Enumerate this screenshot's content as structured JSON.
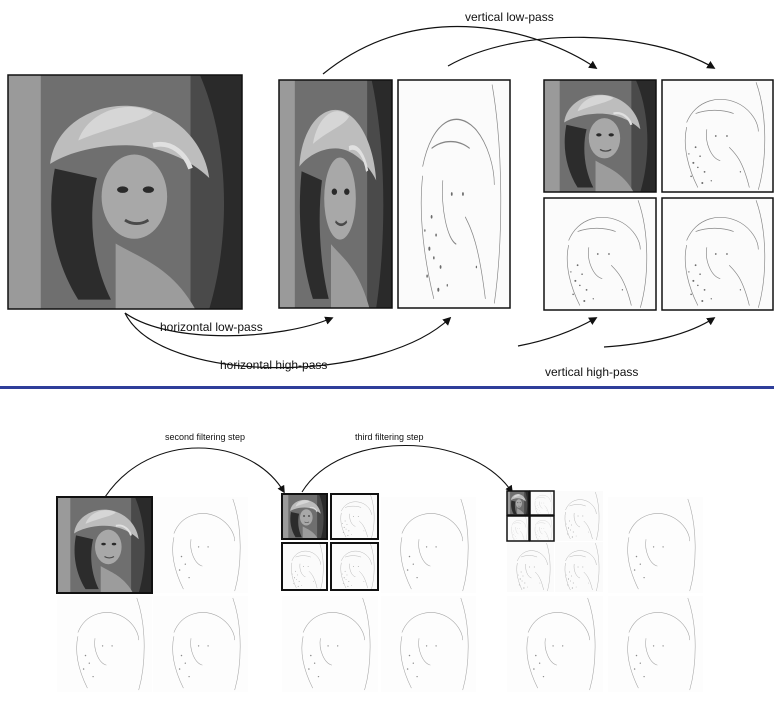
{
  "top_panel": {
    "labels": {
      "vertical_low_pass": "vertical low-pass",
      "horizontal_low_pass": "horizontal low-pass",
      "horizontal_high_pass": "horizontal high-pass",
      "vertical_high_pass": "vertical high-pass"
    }
  },
  "bottom_panel": {
    "labels": {
      "second_step": "second filtering step",
      "third_step": "third filtering step"
    }
  },
  "colors": {
    "separator": "#2e3e9a",
    "photo_dark": "#3a3a3a",
    "photo_mid": "#8a8a8a",
    "photo_light": "#c8c8c8",
    "detail_ink": "#555555",
    "frame": "#111111"
  }
}
